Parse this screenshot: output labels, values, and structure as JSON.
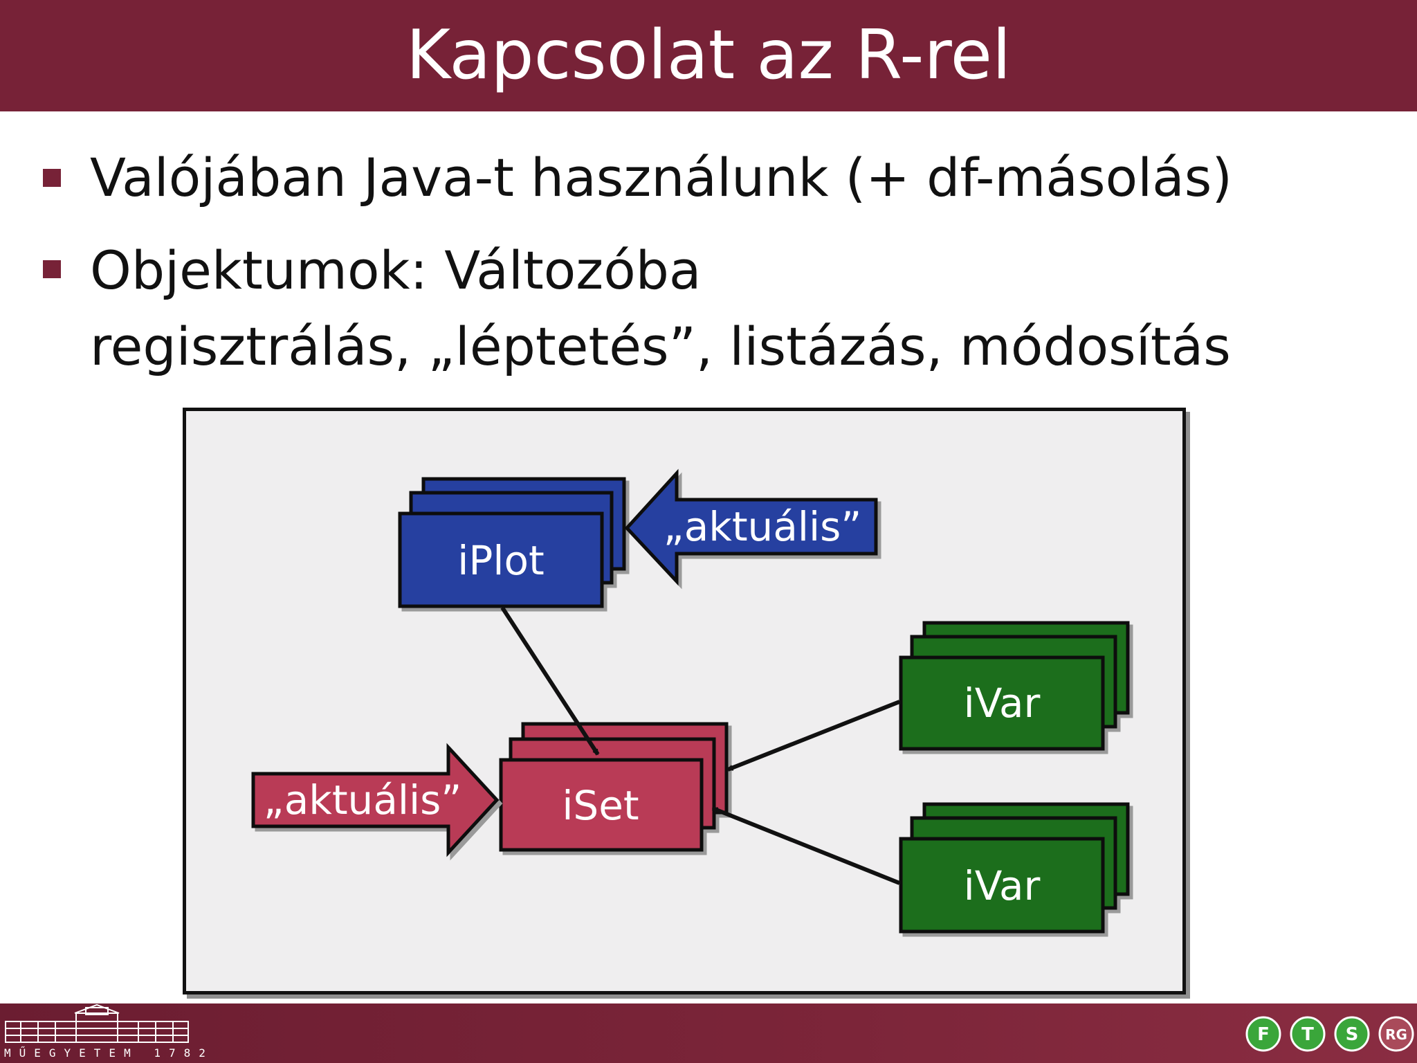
{
  "slide": {
    "title": "Kapcsolat az R-rel",
    "bullets": [
      "Valójában Java-t használunk (+ df-másolás)",
      "Objektumok: Változóba",
      "regisztrálás, „léptetés”, listázás, módosítás"
    ]
  },
  "diagram": {
    "iplot_label": "iPlot",
    "iset_label": "iSet",
    "ivar1_label": "iVar",
    "ivar2_label": "iVar",
    "current_arrow_top": "„aktuális”",
    "current_arrow_left": "„aktuális”"
  },
  "footer": {
    "university_text": "MŰEGYETEM 1782",
    "logo_letters": [
      "F",
      "T",
      "S",
      "RG"
    ]
  },
  "colors": {
    "header": "#772237",
    "iplot": "#2640a0",
    "iset": "#b93a57",
    "ivar": "#1b6e1b"
  }
}
